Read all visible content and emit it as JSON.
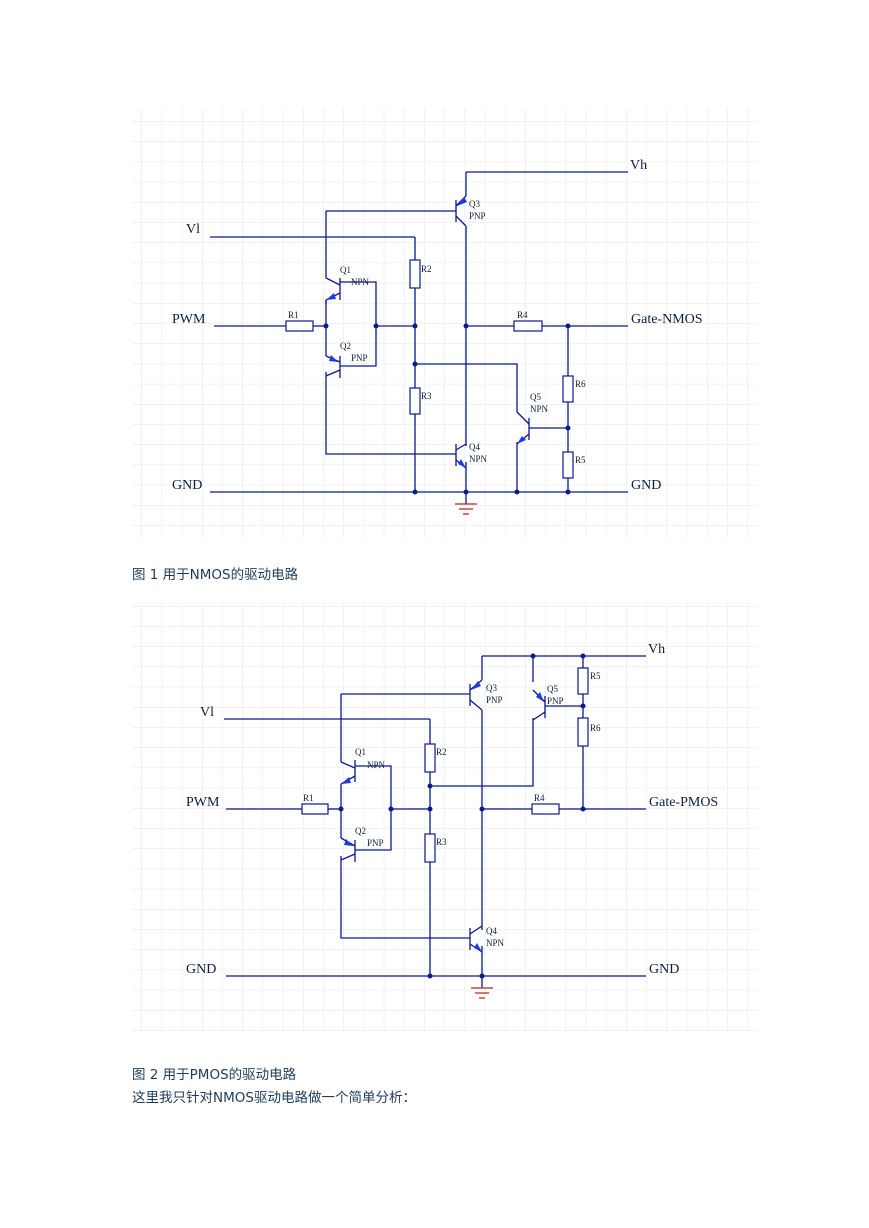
{
  "figure1": {
    "nets": {
      "vh": "Vh",
      "vl": "Vl",
      "pwm": "PWM",
      "gate": "Gate-NMOS",
      "gnd_left": "GND",
      "gnd_right": "GND"
    },
    "resistors": {
      "r1": "R1",
      "r2": "R2",
      "r3": "R3",
      "r4": "R4",
      "r5": "R5",
      "r6": "R6"
    },
    "transistors": {
      "q1": {
        "name": "Q1",
        "type": "NPN"
      },
      "q2": {
        "name": "Q2",
        "type": "PNP"
      },
      "q3": {
        "name": "Q3",
        "type": "PNP"
      },
      "q4": {
        "name": "Q4",
        "type": "NPN"
      },
      "q5": {
        "name": "Q5",
        "type": "NPN"
      }
    },
    "caption": "图 1  用于NMOS的驱动电路"
  },
  "figure2": {
    "nets": {
      "vh": "Vh",
      "vl": "Vl",
      "pwm": "PWM",
      "gate": "Gate-PMOS",
      "gnd_left": "GND",
      "gnd_right": "GND"
    },
    "resistors": {
      "r1": "R1",
      "r2": "R2",
      "r3": "R3",
      "r4": "R4",
      "r5": "R5",
      "r6": "R6"
    },
    "transistors": {
      "q1": {
        "name": "Q1",
        "type": "NPN"
      },
      "q2": {
        "name": "Q2",
        "type": "PNP"
      },
      "q3": {
        "name": "Q3",
        "type": "PNP"
      },
      "q4": {
        "name": "Q4",
        "type": "NPN"
      },
      "q5": {
        "name": "Q5",
        "type": "PNP"
      }
    },
    "caption": "图 2  用于PMOS的驱动电路"
  },
  "body_text": "这里我只针对NMOS驱动电路做一个简单分析：",
  "colors": {
    "wire": "#0b1a8c",
    "arrow": "#1e3be0",
    "ground": "#b3261e",
    "grid": "#e6e6e6",
    "caption": "#1f3b5a"
  }
}
